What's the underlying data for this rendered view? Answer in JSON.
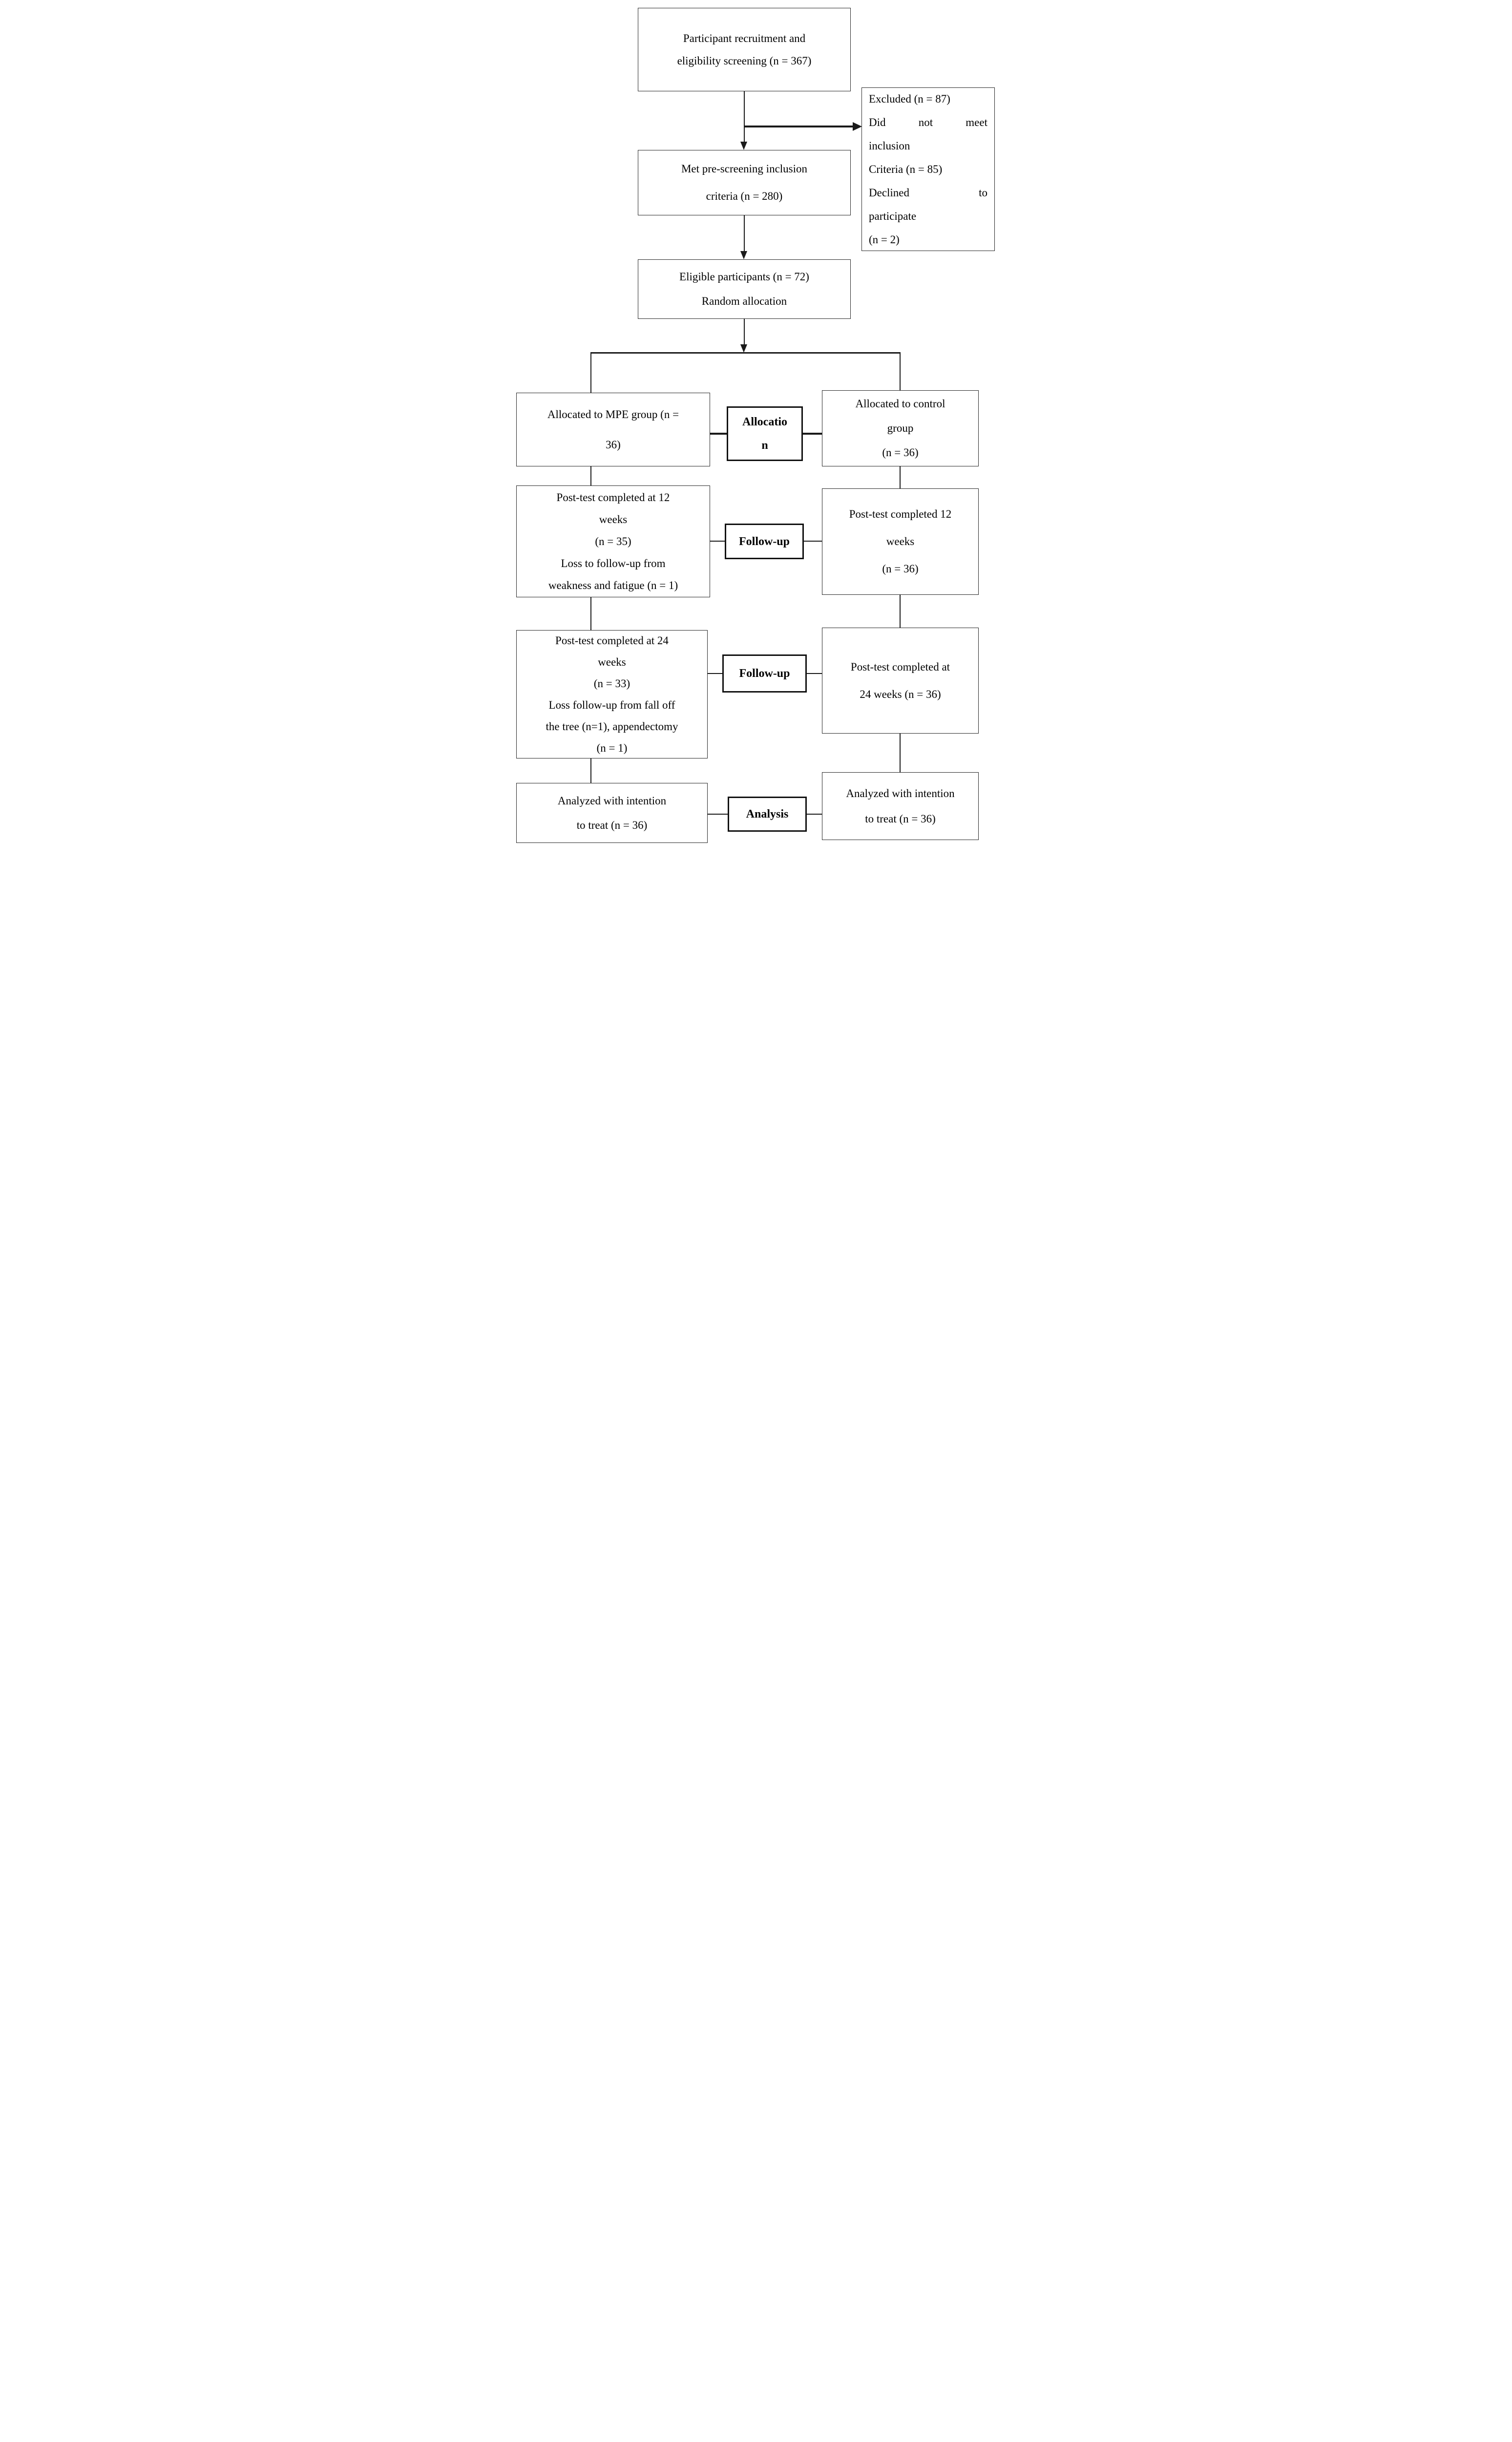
{
  "flowchart": {
    "colors": {
      "line": "#1a1a1a",
      "box_border": "#2a2a2a",
      "background": "#ffffff",
      "text": "#000000"
    },
    "boxes": {
      "recruitment": {
        "lines": [
          "Participant recruitment and",
          "eligibility screening (n = 367)"
        ]
      },
      "excluded": {
        "lines": [
          {
            "t": "Excluded (n = 87)"
          },
          {
            "t": "Did not meet",
            "j": true
          },
          {
            "t": "inclusion"
          },
          {
            "t": "Criteria (n = 85)"
          },
          {
            "t": "Declined to",
            "j": true
          },
          {
            "t": "participate"
          },
          {
            "t": "(n = 2)"
          }
        ]
      },
      "prescreening": {
        "lines": [
          "Met pre-screening inclusion",
          "criteria (n = 280)"
        ]
      },
      "eligible": {
        "lines": [
          "Eligible participants (n = 72)",
          "Random allocation"
        ]
      },
      "allocated_mpe": {
        "lines": [
          "Allocated to MPE group (n =",
          "36)"
        ]
      },
      "allocation_label": {
        "lines": [
          "Allocatio",
          "n"
        ]
      },
      "allocated_control": {
        "lines": [
          "Allocated to control",
          "group",
          "(n = 36)"
        ]
      },
      "followup12_mpe": {
        "lines": [
          "Post-test completed at 12",
          "weeks",
          "(n = 35)",
          "Loss to follow-up from",
          "weakness and fatigue (n = 1)"
        ]
      },
      "followup_label_1": {
        "lines": [
          "Follow-up"
        ]
      },
      "followup12_control": {
        "lines": [
          "Post-test completed 12",
          "weeks",
          "(n = 36)"
        ]
      },
      "followup24_mpe": {
        "lines": [
          "Post-test completed at 24",
          "weeks",
          "(n = 33)",
          "Loss follow-up from fall off",
          "the tree (n=1), appendectomy",
          "(n = 1)"
        ]
      },
      "followup_label_2": {
        "lines": [
          "Follow-up"
        ]
      },
      "followup24_control": {
        "lines": [
          "Post-test completed at",
          "24 weeks (n = 36)"
        ]
      },
      "analysis_mpe": {
        "lines": [
          "Analyzed with intention",
          "to treat (n = 36)"
        ]
      },
      "analysis_label": {
        "lines": [
          "Analysis"
        ]
      },
      "analysis_control": {
        "lines": [
          "Analyzed with intention",
          "to treat (n = 36)"
        ]
      }
    }
  }
}
